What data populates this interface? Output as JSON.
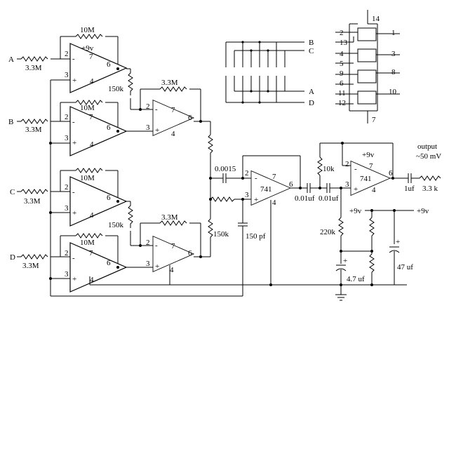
{
  "inputs": {
    "a": "A",
    "b": "B",
    "c": "C",
    "d": "D"
  },
  "resistors": {
    "r_in": "3.3M",
    "r_fb": "10M",
    "r_150k": "150k",
    "r_3_3m": "3.3M",
    "r_10k": "10k",
    "r_220k": "220k",
    "r_3_3k": "3.3 k"
  },
  "capacitors": {
    "c_0015": "0.0015",
    "c_150pf": "150 pf",
    "c_001a": "0.01uf",
    "c_001b": "0.01uf",
    "c_1uf": "1uf",
    "c_4_7uf": "4.7 uf",
    "c_47uf": "47 uf"
  },
  "supply": {
    "v9_lower": "+9v",
    "v9": "+9v"
  },
  "opamp": {
    "model": "741",
    "minus": "-",
    "plus": "+",
    "plus_label": "+"
  },
  "pins": {
    "p2": "2",
    "p3": "3",
    "p4": "4",
    "p6": "6",
    "p7": "7",
    "p1": "1",
    "p5": "5",
    "p8": "8",
    "p9": "9",
    "p10": "10",
    "p11": "11",
    "p12": "12",
    "p13": "13",
    "p14": "14"
  },
  "output": {
    "label": "output",
    "level": "~50 mV"
  },
  "switch_matrix": {
    "b": "B",
    "c": "C",
    "a": "A",
    "d": "D"
  }
}
